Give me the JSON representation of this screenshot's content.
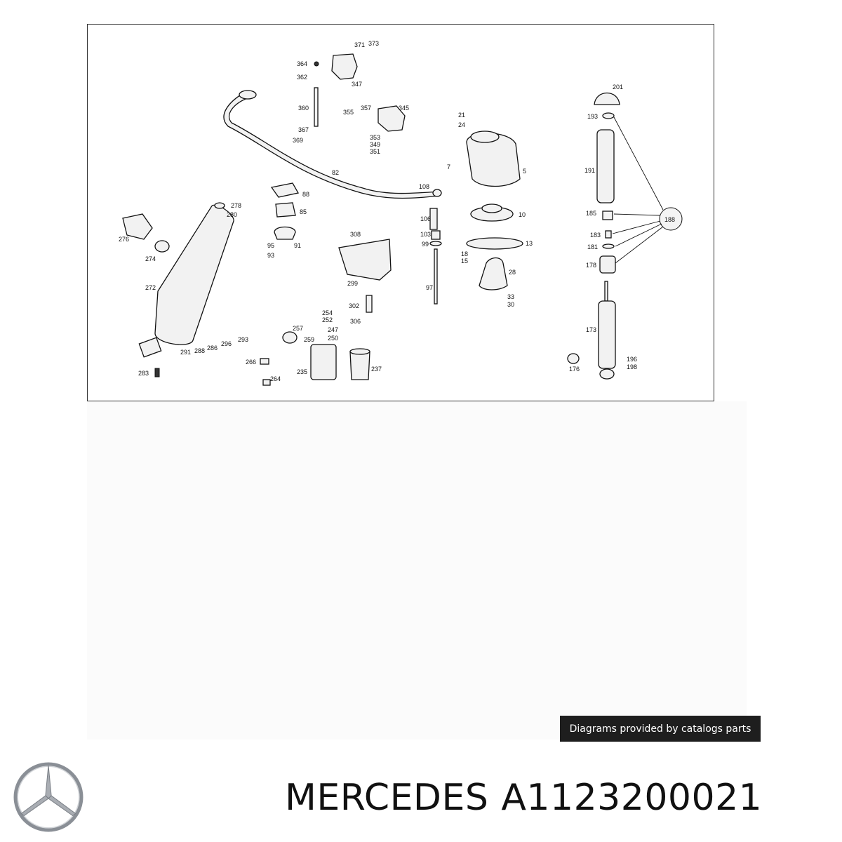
{
  "diagram": {
    "callouts": [
      "371",
      "373",
      "364",
      "362",
      "347",
      "360",
      "355",
      "357",
      "345",
      "367",
      "369",
      "353",
      "349",
      "351",
      "82",
      "88",
      "85",
      "278",
      "280",
      "276",
      "274",
      "272",
      "308",
      "95",
      "91",
      "93",
      "299",
      "302",
      "306",
      "254",
      "252",
      "247",
      "250",
      "257",
      "259",
      "291",
      "288",
      "286",
      "296",
      "293",
      "283",
      "266",
      "264",
      "235",
      "237",
      "108",
      "106",
      "103",
      "99",
      "97",
      "21",
      "24",
      "7",
      "5",
      "10",
      "13",
      "18",
      "15",
      "28",
      "33",
      "30",
      "201",
      "193",
      "191",
      "185",
      "188",
      "183",
      "181",
      "178",
      "173",
      "176",
      "196",
      "198"
    ]
  },
  "credit": "Diagrams provided by catalogs parts",
  "brand": {
    "logo_icon": "mercedes-star-icon",
    "name": "MERCEDES",
    "part_number": "A1123200021"
  }
}
